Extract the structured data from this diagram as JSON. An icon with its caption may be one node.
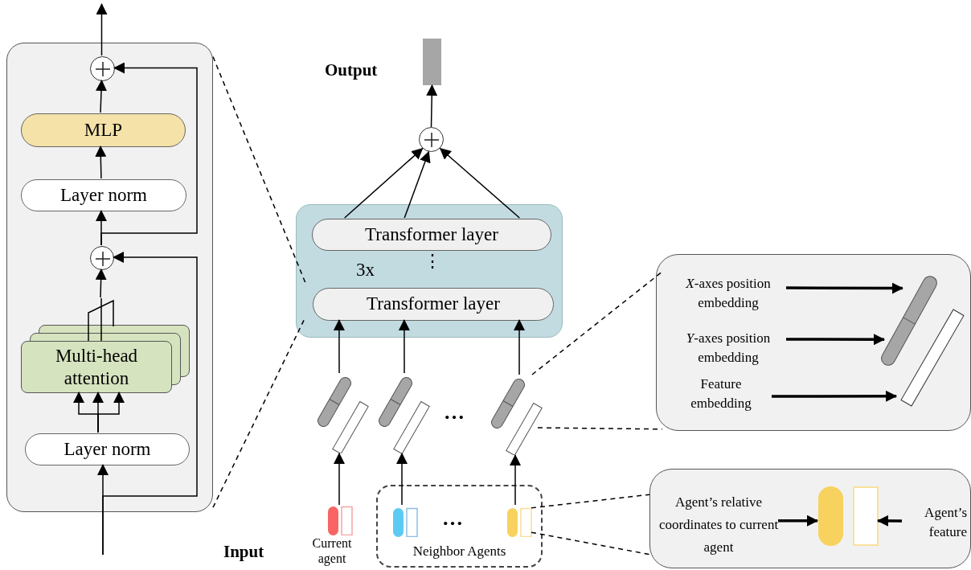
{
  "diagram": {
    "nodes": [
      {
        "text": [],
        "shape": "box"
      },
      {
        "text": [],
        "shape": "circle",
        "in": 0
      },
      {
        "text": [
          "MLP"
        ],
        "in": 0
      },
      {
        "text": [
          "Layer norm"
        ],
        "in": 0
      },
      {
        "text": [],
        "shape": "circle",
        "in": 0
      },
      {
        "text": [
          "Multi-head attention"
        ],
        "in": 0
      },
      {
        "text": [
          "Layer norm"
        ],
        "in": 0
      },
      {
        "text": [],
        "shape": "bar",
        "beside": [
          "Output"
        ]
      },
      {
        "text": [],
        "shape": "circle"
      },
      {
        "text": [
          "3x"
        ]
      },
      {
        "text": [
          "Transformer layer"
        ],
        "in": 9
      },
      {
        "text": [
          "Transformer layer"
        ],
        "in": 9
      },
      {
        "text": [],
        "shape": "picture"
      },
      {
        "text": [],
        "shape": "picture"
      },
      {
        "text": [],
        "shape": "picture"
      },
      {
        "text": [],
        "shape": "picture",
        "beside": [
          "Current agent"
        ]
      },
      {
        "text": [
          "Neighbor Agents"
        ]
      },
      {
        "text": [],
        "shape": "picture",
        "in": 16
      },
      {
        "text": [],
        "shape": "picture",
        "in": 16
      },
      {
        "text": [],
        "shape": "box"
      },
      {
        "text": [
          "*X*-axes position embedding"
        ],
        "in": 19
      },
      {
        "text": [
          "*Y*-axes position embedding"
        ],
        "in": 19
      },
      {
        "text": [
          "Feature embedding"
        ],
        "in": 19
      },
      {
        "text": [],
        "shape": "picture",
        "in": 19
      },
      {
        "text": [],
        "shape": "box"
      },
      {
        "text": [
          "Agent’s relative coordinates to current agent"
        ],
        "in": 24
      },
      {
        "text": [],
        "shape": "bar",
        "in": 24
      },
      {
        "text": [],
        "shape": "box",
        "in": 24
      },
      {
        "text": [
          "Agent’s feature"
        ],
        "in": 24
      }
    ],
    "edges": [
      {
        "from": null,
        "to": 6,
        "arrow": "to"
      },
      {
        "from": null,
        "to": 4,
        "arrow": "to"
      },
      {
        "from": 6,
        "to": 5,
        "arrow": "to"
      },
      {
        "from": 5,
        "to": 4,
        "arrow": "to"
      },
      {
        "from": 4,
        "to": 3,
        "arrow": "to"
      },
      {
        "from": 4,
        "to": 1,
        "arrow": "to"
      },
      {
        "from": 3,
        "to": 2,
        "arrow": "to"
      },
      {
        "from": 2,
        "to": 1,
        "arrow": "to"
      },
      {
        "from": 1,
        "to": null,
        "arrow": "to"
      },
      {
        "from": 10,
        "to": 8,
        "arrow": "to"
      },
      {
        "from": 10,
        "to": 8,
        "arrow": "to"
      },
      {
        "from": 10,
        "to": 8,
        "arrow": "to"
      },
      {
        "from": 8,
        "to": 7,
        "arrow": "to"
      },
      {
        "from": 12,
        "to": 11,
        "arrow": "to"
      },
      {
        "from": 13,
        "to": 11,
        "arrow": "to"
      },
      {
        "from": 14,
        "to": 11,
        "arrow": "to"
      },
      {
        "from": 15,
        "to": 12,
        "arrow": "to"
      },
      {
        "from": 17,
        "to": 13,
        "arrow": "to"
      },
      {
        "from": 18,
        "to": 14,
        "arrow": "to"
      },
      {
        "from": 0,
        "to": 9,
        "arrow": "none",
        "style": "dashed"
      },
      {
        "from": 0,
        "to": 9,
        "arrow": "none",
        "style": "dashed"
      },
      {
        "from": 14,
        "to": 19,
        "arrow": "none",
        "style": "dashed"
      },
      {
        "from": 14,
        "to": 19,
        "arrow": "none",
        "style": "dashed"
      },
      {
        "from": 18,
        "to": 24,
        "arrow": "none",
        "style": "dashed"
      },
      {
        "from": 18,
        "to": 24,
        "arrow": "none",
        "style": "dashed"
      },
      {
        "from": 20,
        "to": 23,
        "arrow": "to",
        "style": "thick"
      },
      {
        "from": 21,
        "to": 23,
        "arrow": "to",
        "style": "thick"
      },
      {
        "from": 22,
        "to": 23,
        "arrow": "to",
        "style": "thick"
      },
      {
        "from": 25,
        "to": 26,
        "arrow": "to",
        "style": "thick"
      },
      {
        "from": 28,
        "to": 27,
        "arrow": "to",
        "style": "thick"
      },
      {
        "from": 6,
        "to": 5,
        "arrow": "to"
      },
      {
        "from": 6,
        "to": 5,
        "arrow": "to"
      }
    ],
    "labels": [
      "⋮",
      "…",
      "…",
      "Input"
    ]
  }
}
